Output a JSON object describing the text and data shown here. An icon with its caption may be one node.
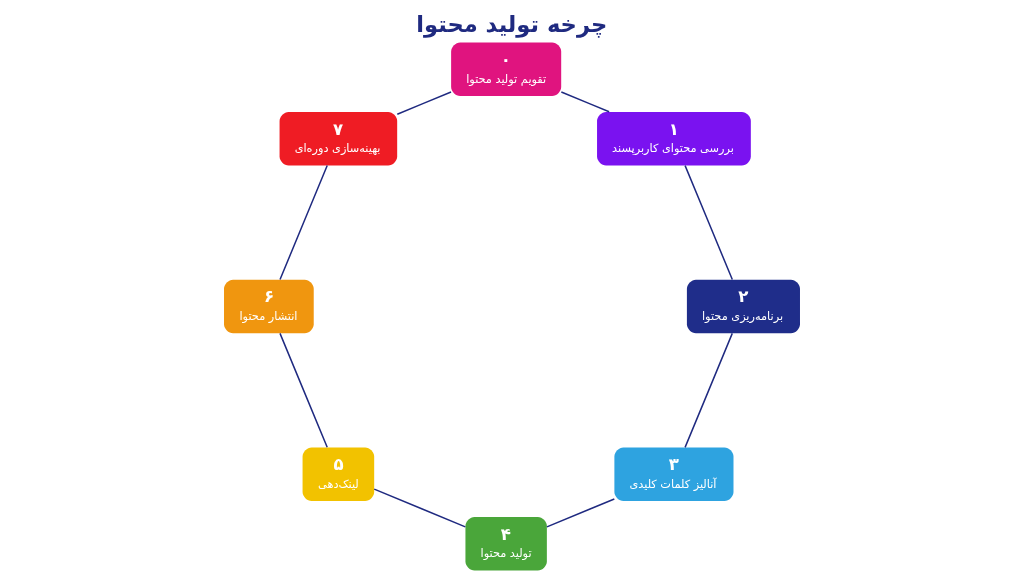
{
  "diagram": {
    "title": "چرخه تولید محتوا",
    "nodes": [
      {
        "text": [
          "۰",
          "تقویم تولید محتوا"
        ]
      },
      {
        "text": [
          "۱",
          "بررسی محتوای کاربرپسند"
        ]
      },
      {
        "text": [
          "۲",
          "برنامه‌ریزی محتوا"
        ]
      },
      {
        "text": [
          "۳",
          "آنالیز کلمات کلیدی"
        ]
      },
      {
        "text": [
          "۴",
          "تولید محتوا"
        ]
      },
      {
        "text": [
          "۵",
          "لینک‌دهی"
        ]
      },
      {
        "text": [
          "۶",
          "انتشار محتوا"
        ]
      },
      {
        "text": [
          "۷",
          "بهینه‌سازی دوره‌ای"
        ]
      }
    ],
    "edges": [
      {
        "from": 0,
        "to": 1,
        "arrow": "none"
      },
      {
        "from": 1,
        "to": 2,
        "arrow": "none"
      },
      {
        "from": 2,
        "to": 3,
        "arrow": "none"
      },
      {
        "from": 3,
        "to": 4,
        "arrow": "none"
      },
      {
        "from": 4,
        "to": 5,
        "arrow": "none"
      },
      {
        "from": 5,
        "to": 6,
        "arrow": "none"
      },
      {
        "from": 6,
        "to": 7,
        "arrow": "none"
      },
      {
        "from": 7,
        "to": 0,
        "arrow": "none"
      }
    ]
  }
}
